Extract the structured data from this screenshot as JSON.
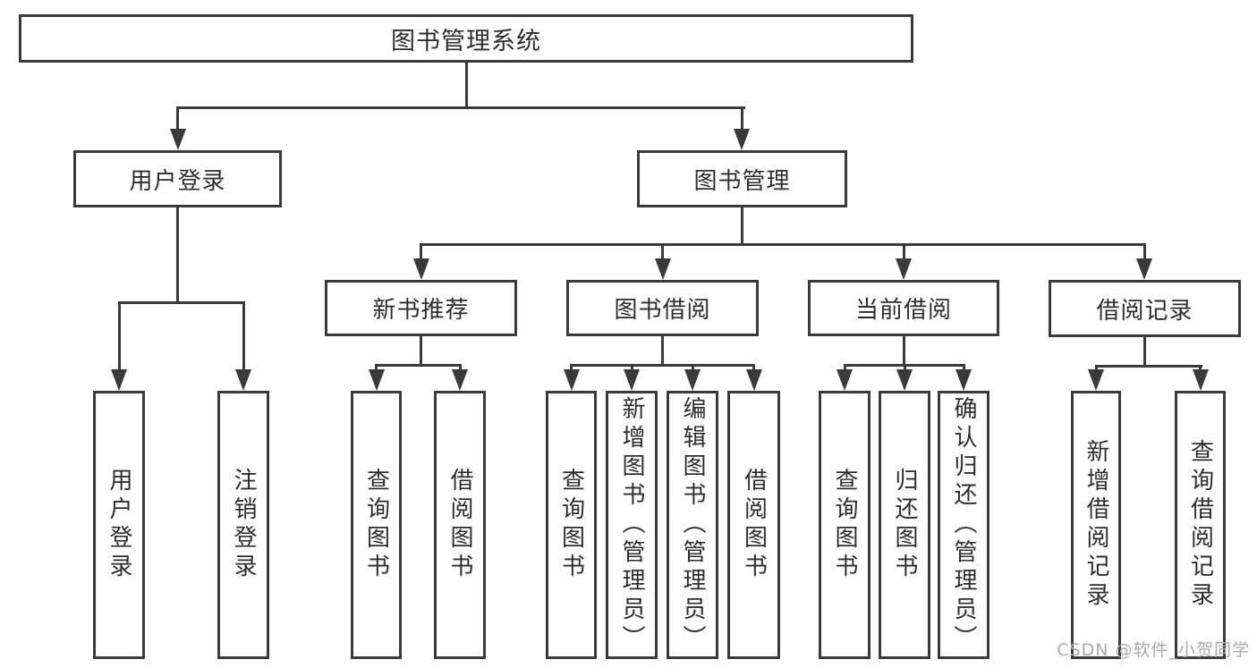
{
  "nodes": {
    "root": "图书管理系统",
    "user_login": "用户登录",
    "book_mgmt": "图书管理",
    "new_books": "新书推荐",
    "book_borrow": "图书借阅",
    "current_borrow": "当前借阅",
    "borrow_records": "借阅记录",
    "leaf_user_login": "用户登录",
    "leaf_logout": "注销登录",
    "leaf_nb_query": "查询图书",
    "leaf_nb_borrow": "借阅图书",
    "leaf_bb_query": "查询图书",
    "leaf_bb_add": "新增图书（管理员）",
    "leaf_bb_edit": "编辑图书（管理员）",
    "leaf_bb_borrow": "借阅图书",
    "leaf_cb_query": "查询图书",
    "leaf_cb_return": "归还图书",
    "leaf_cb_confirm": "确认归还（管理员）",
    "leaf_br_add": "新增借阅记录",
    "leaf_br_query": "查询借阅记录"
  },
  "hierarchy": {
    "图书管理系统": {
      "用户登录": [
        "用户登录",
        "注销登录"
      ],
      "图书管理": {
        "新书推荐": [
          "查询图书",
          "借阅图书"
        ],
        "图书借阅": [
          "查询图书",
          "新增图书（管理员）",
          "编辑图书（管理员）",
          "借阅图书"
        ],
        "当前借阅": [
          "查询图书",
          "归还图书",
          "确认归还（管理员）"
        ],
        "借阅记录": [
          "新增借阅记录",
          "查询借阅记录"
        ]
      }
    }
  },
  "watermark": "CSDN @软件_小贺同学",
  "colors": {
    "line": "#3a3a3a",
    "text": "#2d2d2d",
    "watermark": "#a9a9a9",
    "background": "#ffffff"
  }
}
